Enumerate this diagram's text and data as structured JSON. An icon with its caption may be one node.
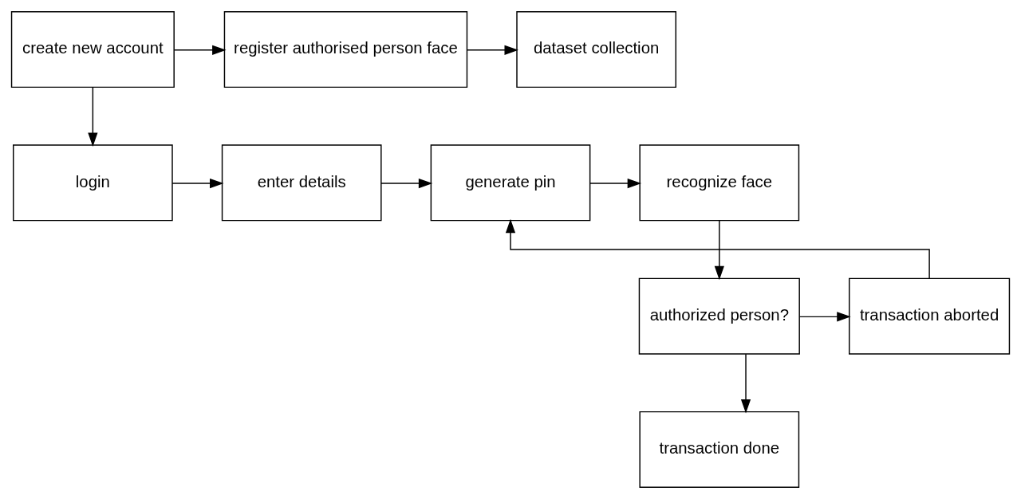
{
  "diagram": {
    "nodes": [
      {
        "text": [
          "create new account"
        ]
      },
      {
        "text": [
          "register authorised person face"
        ]
      },
      {
        "text": [
          "dataset collection"
        ]
      },
      {
        "text": [
          "login"
        ]
      },
      {
        "text": [
          "enter details"
        ]
      },
      {
        "text": [
          "generate pin"
        ]
      },
      {
        "text": [
          "recognize face"
        ]
      },
      {
        "text": [
          "authorized person?"
        ]
      },
      {
        "text": [
          "transaction aborted"
        ]
      },
      {
        "text": [
          "transaction done"
        ]
      }
    ],
    "edges": [
      {
        "from": 0,
        "to": 1,
        "arrow": "to"
      },
      {
        "from": 1,
        "to": 2,
        "arrow": "to"
      },
      {
        "from": 0,
        "to": 3,
        "arrow": "to"
      },
      {
        "from": 3,
        "to": 4,
        "arrow": "to"
      },
      {
        "from": 4,
        "to": 5,
        "arrow": "to"
      },
      {
        "from": 5,
        "to": 6,
        "arrow": "to"
      },
      {
        "from": 6,
        "to": 7,
        "arrow": "to"
      },
      {
        "from": 7,
        "to": 8,
        "arrow": "to"
      },
      {
        "from": 8,
        "to": 5,
        "arrow": "to"
      },
      {
        "from": 7,
        "to": 9,
        "arrow": "to"
      }
    ]
  }
}
